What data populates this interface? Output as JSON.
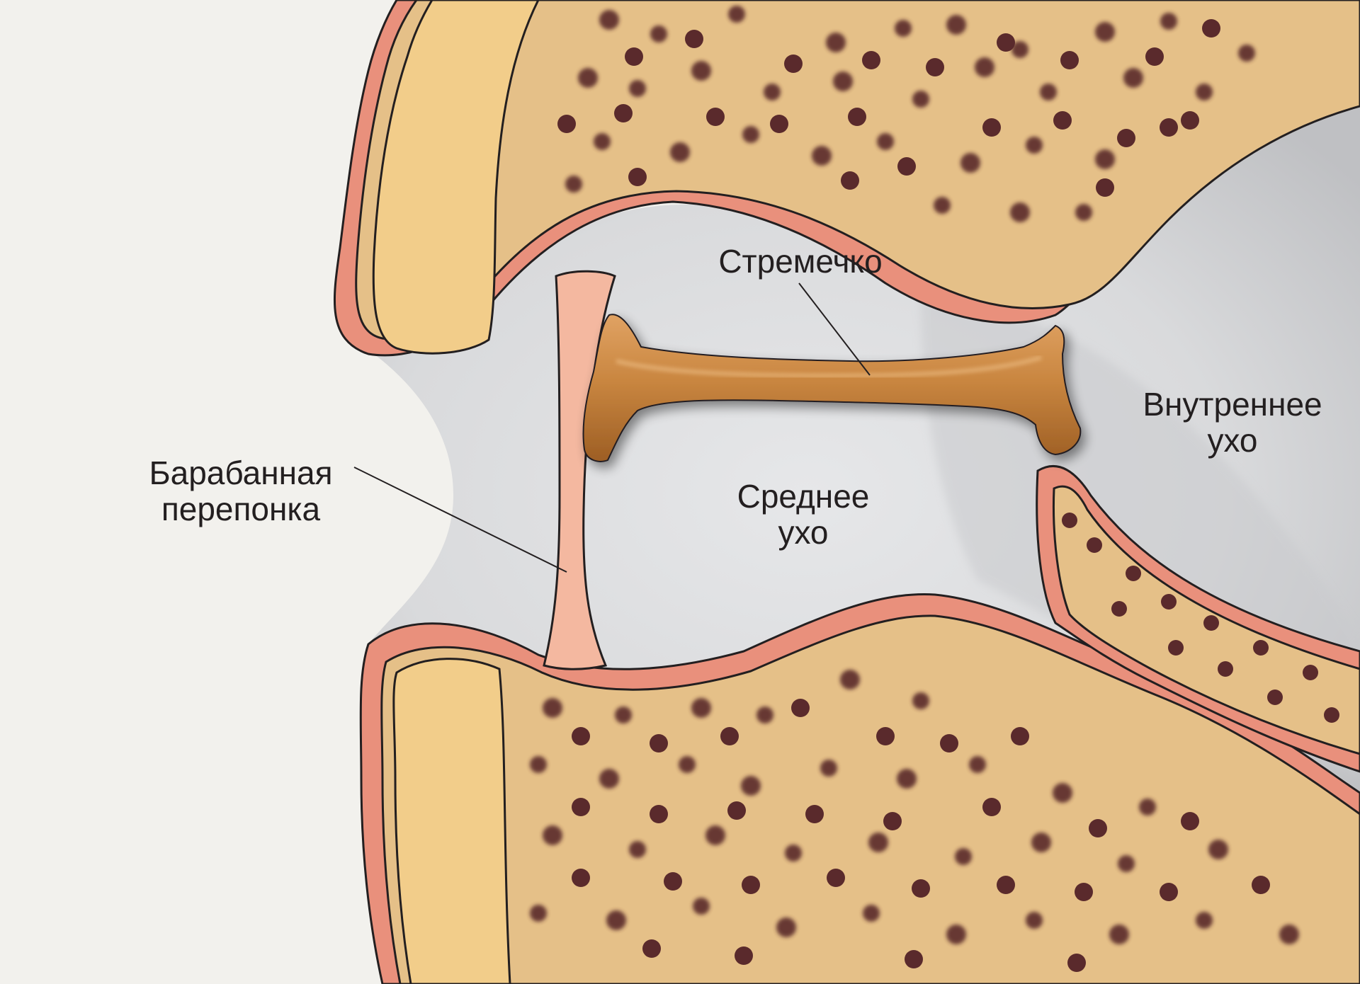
{
  "labels": {
    "stapes": "Стремечко",
    "eardrum_line1": "Барабанная",
    "eardrum_line2": "перепонка",
    "middle_ear_line1": "Среднее",
    "middle_ear_line2": "ухо",
    "inner_ear_line1": "Внутреннее",
    "inner_ear_line2": "ухо"
  },
  "colors": {
    "background": "#f2f1ed",
    "cavity": "#dadbdd",
    "bone": "#e5c088",
    "bone_cortex": "#f2cd8a",
    "mucosa": "#e9907c",
    "membrane": "#f4b8a0",
    "ossicle": "#c27c3a",
    "marrow_dots": "#5a2a2c"
  }
}
